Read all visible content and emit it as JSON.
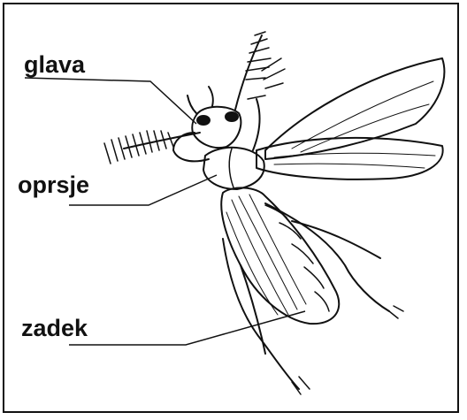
{
  "labels": {
    "head": "glava",
    "thorax": "oprsje",
    "abdomen": "zadek"
  }
}
